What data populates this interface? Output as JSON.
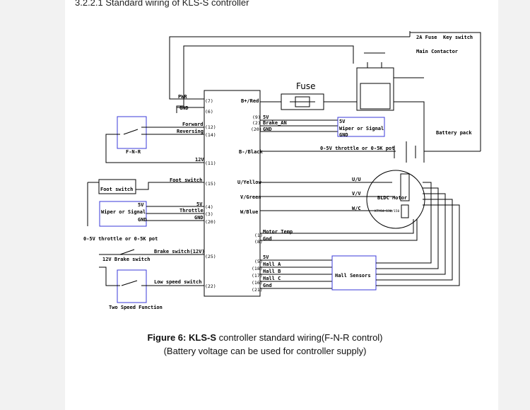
{
  "section_title": "3.2.2.1 Standard wiring of KLS-S controller",
  "caption": {
    "label": "Figure 6:",
    "model": "KLS-S",
    "rest": " controller standard wiring(F-N-R control)",
    "line2": "(Battery voltage can be used for controller supply)"
  },
  "left_pins": {
    "pwr": "PWR",
    "pwr_pin": "(7)",
    "gnd": "GND",
    "gnd_pin": "(6)",
    "forward": "Forward",
    "forward_pin": "(12)",
    "reversing": "Reversing",
    "reversing_pin": "(14)",
    "v12": "12V",
    "v12_pin": "(11)",
    "foot": "Foot switch",
    "foot_pin": "(15)",
    "v5": "5V",
    "v5_pin": "(4)",
    "throttle": "Throttle",
    "throttle_pin": "(3)",
    "tgnd": "GND",
    "tgnd_pin": "(20)",
    "brake": "Brake switch(12V)",
    "brake_pin": "(25)",
    "low": "Low speed switch",
    "low_pin": "(22)"
  },
  "right_pins": {
    "bred": "B+/Red",
    "brake_pins": "(9)\n(2)\n(20)",
    "brake_5v": "5V",
    "brake_an": "Brake_AN",
    "brake_gnd": "GND",
    "bblack": "B-/Black",
    "uyellow": "U/Yellow",
    "vgreen": "V/Green",
    "wblue": "W/Blue",
    "temp_pin1": "(1)",
    "temp_pin2": "(8)",
    "motor_temp": "Motor Temp",
    "temp_gnd": "Gnd",
    "hall_pins": [
      "(5)",
      "(18)",
      "(17)",
      "(16)",
      "(21)"
    ],
    "hall_labels": [
      "5V",
      "Hall A",
      "Hall B",
      "Hall C",
      "Gnd"
    ]
  },
  "left_components": {
    "fnr": "F-N-R",
    "foot_switch": "Foot switch",
    "wiper": "Wiper or Signal",
    "wiper_5v": "5V",
    "wiper_gnd": "GND",
    "pot": "0-5V throttle or 0-5K pot",
    "brake_sw": "12V Brake switch",
    "two_speed": "Two Speed Function"
  },
  "right_components": {
    "fuse": "Fuse",
    "fuse_2a": "2A Fuse",
    "key_switch": "Key switch",
    "main_contactor": "Main Contactor",
    "battery": "Battery pack",
    "wiper_5v": "5V",
    "wiper": "Wiper or Signal",
    "wiper_gnd": "GND",
    "pot": "0-5V throttle or 0-5K pot",
    "uu": "U/U",
    "vv": "V/V",
    "ww": "W/C",
    "motor": "BLDC Motor",
    "motor_sub": "KTY84-130/150",
    "hall": "Hall Sensors"
  }
}
